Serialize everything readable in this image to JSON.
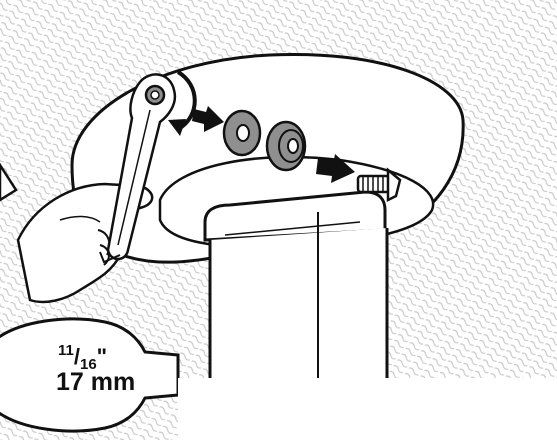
{
  "tool_size": {
    "inch_numerator": "11",
    "inch_slash": "/",
    "inch_denominator": "16",
    "inch_mark": "\"",
    "metric": "17 mm"
  },
  "colors": {
    "line": "#111111",
    "hatch": "#c8c8c8",
    "washer_fill": "#8f8f8f",
    "white": "#ffffff"
  },
  "icons": [
    "wrench-icon",
    "hand-icon",
    "washer-icon",
    "threaded-bolt-icon",
    "arrow-icon",
    "rotation-arrow-icon",
    "open-end-wrench-icon",
    "warning-triangle-icon"
  ]
}
